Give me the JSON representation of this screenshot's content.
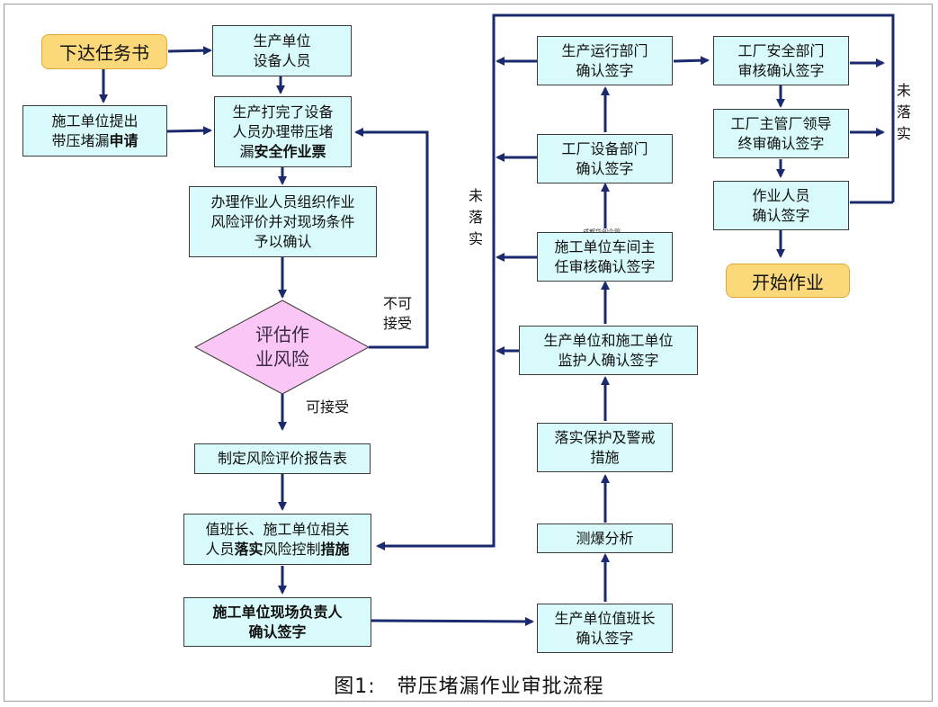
{
  "nodes": {
    "start_task": "下达任务书",
    "prod_equipment": "生产单位\n设备人员",
    "contractor_apply_a": "施工单位提出\n带压堵漏",
    "contractor_apply_b": "申请",
    "work_permit_a": "生产打完了设备\n人员办理带压堵\n漏",
    "work_permit_b": "安全作业票",
    "risk_review": "办理作业人员组织作业\n风险评价并对现场条件\n予以确认",
    "decision": "评估作\n业风险",
    "risk_report": "制定风险评价报告表",
    "measures_a": "值班长、施工单位相关\n人员",
    "measures_b": "落实",
    "measures_c": "风险控制",
    "measures_d": "措施",
    "site_leader": "施工单位现场负责人\n确认签字",
    "shift_leader": "生产单位值班长\n确认签字",
    "explosion_test": "测爆分析",
    "protection": "落实保护及警戒\n措施",
    "supervisors": "生产单位和施工单位\n监护人确认签字",
    "workshop_head": "施工单位车间主\n任审核确认签字",
    "equipment_dept": "工厂设备部门\n确认签字",
    "operation_dept": "生产运行部门\n确认签字",
    "safety_dept": "工厂安全部门\n审核确认签字",
    "factory_leader": "工厂主管厂领导\n终审确认签字",
    "workers": "作业人员\n确认签字",
    "start_work": "开始作业"
  },
  "labels": {
    "not_acceptable": "不可\n接受",
    "acceptable": "可接受",
    "not_done_left": "未\n落\n实",
    "not_done_right": "未\n落\n实"
  },
  "watermark": "成都华创企管",
  "caption": "图1:   带压堵漏作业审批流程",
  "colors": {
    "box_fill": "#d8fafa",
    "pill_fill": "#fbd97a",
    "diamond_fill": "#f9c6f5",
    "arrow": "#1a2a6c"
  }
}
